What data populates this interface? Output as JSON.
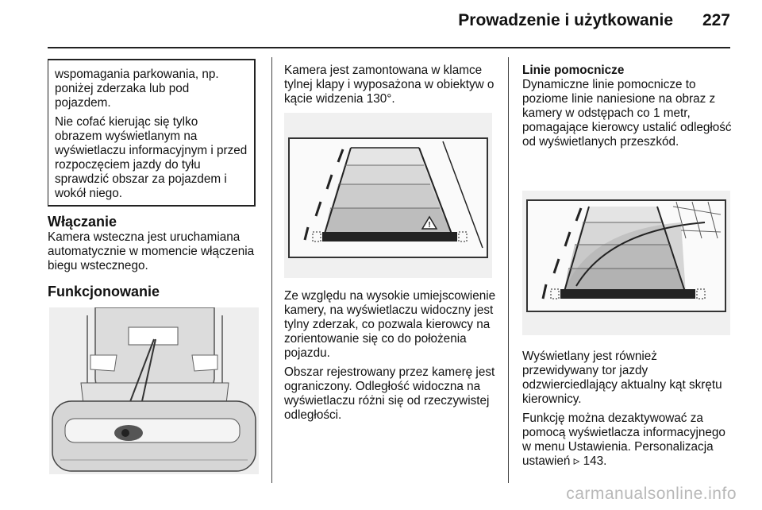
{
  "header": {
    "title": "Prowadzenie i użytkowanie",
    "page_number": "227"
  },
  "col1": {
    "warning_paragraphs": [
      "wspomagania parkowania, np. poniżej zderzaka lub pod pojazdem.",
      "Nie cofać kierując się tylko obrazem wyświetlanym na wyświetlaczu informacyjnym i przed rozpoczęciem jazdy do tyłu sprawdzić obszar za pojazdem i wokół niego."
    ],
    "heading_on": "Włączanie",
    "on_text": "Kamera wsteczna jest uruchamiana automatycznie w momencie włączenia biegu wstecznego.",
    "heading_function": "Funkcjonowanie"
  },
  "col2": {
    "intro": "Kamera jest zamontowana w klamce tylnej klapy i wyposażona w obiektyw o kącie widzenia 130°.",
    "p1": "Ze względu na wysokie umiejscowienie kamery, na wyświetlaczu widoczny jest tylny zderzak, co pozwala kierowcy na zorientowanie się co do położenia pojazdu.",
    "p2": "Obszar rejestrowany przez kamerę jest ograniczony. Odległość widoczna na wyświetlaczu różni się od rzeczywistej odległości."
  },
  "col3": {
    "heading": "Linie pomocnicze",
    "p1": "Dynamiczne linie pomocnicze to poziome linie naniesione na obraz z kamery w odstępach co 1 metr, pomagające kierowcy ustalić odległość od wyświetlanych przeszkód.",
    "p2": "Wyświetlany jest również przewidywany tor jazdy odzwierciedlający aktualny kąt skrętu kierownicy.",
    "p3_text": "Funkcję można dezaktywować za pomocą wyświetlacza informacyjnego w menu Ustawienia. Personalizacja ustawień",
    "p3_ref_icon": "triangle-reference-icon",
    "p3_ref_page": "143."
  },
  "watermark": "carmanualsonline.info"
}
